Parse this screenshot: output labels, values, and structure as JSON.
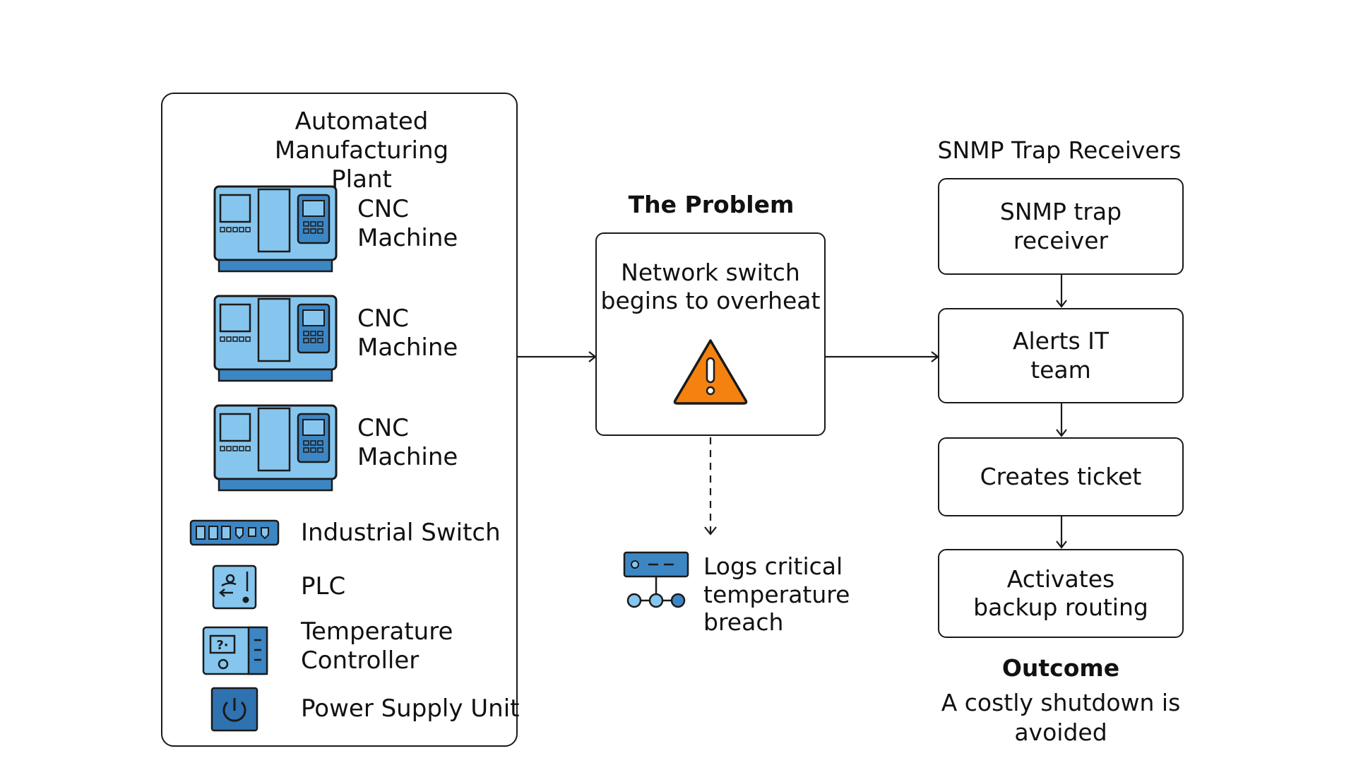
{
  "colors": {
    "machine_light": "#86c6ee",
    "machine_dark": "#3d86c4",
    "machine_deep": "#2f72b0",
    "outline": "#1a1a1a",
    "warning": "#f5820f"
  },
  "plant": {
    "title": "Automated Manufacturing\nPlant",
    "devices": [
      {
        "label": "CNC\nMachine",
        "icon": "cnc-machine-icon"
      },
      {
        "label": "CNC\nMachine",
        "icon": "cnc-machine-icon"
      },
      {
        "label": "CNC\nMachine",
        "icon": "cnc-machine-icon"
      },
      {
        "label": "Industrial Switch",
        "icon": "industrial-switch-icon"
      },
      {
        "label": "PLC",
        "icon": "plc-icon"
      },
      {
        "label": "Temperature\nController",
        "icon": "temperature-controller-icon"
      },
      {
        "label": "Power Supply Unit",
        "icon": "power-supply-icon"
      }
    ]
  },
  "problem": {
    "heading": "The Problem",
    "box_text": "Network switch\nbegins to overheat",
    "icon": "warning-icon",
    "log_text": "Logs critical\ntemperature\nbreach",
    "log_icon": "server-log-icon"
  },
  "snmp": {
    "heading": "SNMP Trap Receivers",
    "steps": [
      "SNMP trap\nreceiver",
      "Alerts IT\nteam",
      "Creates ticket",
      "Activates\nbackup routing"
    ]
  },
  "outcome": {
    "heading": "Outcome",
    "text": "A costly shutdown is\navoided"
  }
}
